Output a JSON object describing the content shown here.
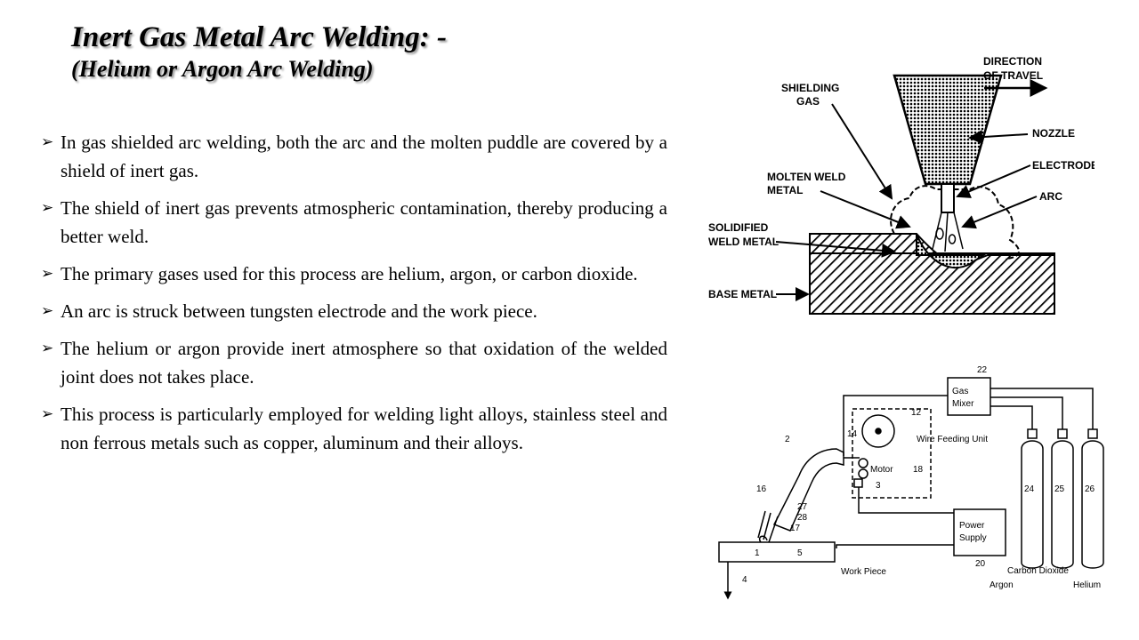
{
  "title": {
    "line1": "Inert Gas Metal Arc Welding: -",
    "line2": "(Helium or Argon Arc Welding)"
  },
  "bullets": [
    "In gas shielded arc welding, both the arc and the molten puddle are covered by a shield of inert gas.",
    "The shield of inert gas prevents atmospheric contamination, thereby producing a better weld.",
    "The primary gases used for this process are helium, argon, or carbon dioxide.",
    "An arc is struck between tungsten electrode and the work piece.",
    "The helium or argon provide inert atmosphere so that oxidation of the welded joint does not takes place.",
    "This process is particularly employed for welding light alloys, stainless steel and non ferrous metals such as copper, aluminum and their alloys."
  ],
  "diagram_top": {
    "direction_line1": "DIRECTION",
    "direction_line2": "OF TRAVEL",
    "shielding_line1": "SHIELDING",
    "shielding_line2": "GAS",
    "nozzle": "NOZZLE",
    "electrode": "ELECTRODE",
    "molten_line1": "MOLTEN WELD",
    "molten_line2": "METAL",
    "arc": "ARC",
    "solidified_line1": "SOLIDIFIED",
    "solidified_line2": "WELD METAL",
    "base_metal": "BASE METAL"
  },
  "diagram_bottom": {
    "gas_mixer_line1": "Gas",
    "gas_mixer_line2": "Mixer",
    "wire_feeding_unit": "Wire Feeding Unit",
    "motor": "Motor",
    "power_supply_line1": "Power",
    "power_supply_line2": "Supply",
    "work_piece": "Work Piece",
    "carbon_dioxide": "Carbon Dioxide",
    "argon": "Argon",
    "helium": "Helium",
    "num_22": "22",
    "num_12": "12",
    "num_14": "14",
    "num_18": "18",
    "num_3": "3",
    "num_2": "2",
    "num_16": "16",
    "num_27": "27",
    "num_28": "28",
    "num_17": "17",
    "num_1": "1",
    "num_5": "5",
    "num_4": "4",
    "num_20": "20",
    "num_24": "24",
    "num_25": "25",
    "num_26": "26"
  }
}
